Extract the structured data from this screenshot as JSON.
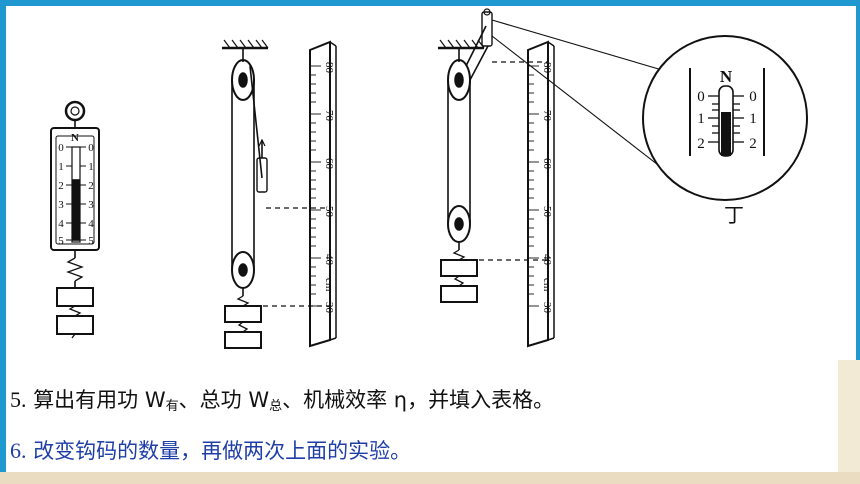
{
  "slide": {
    "accent_color": "#1f97cf",
    "text_color": "#111111",
    "highlight_color": "#1f3ea8"
  },
  "figures": {
    "scale_unit": "N",
    "scale_ticks": [
      "0",
      "1",
      "2",
      "3",
      "4",
      "5"
    ],
    "ruler_labels": [
      "80",
      "70",
      "60",
      "50",
      "40",
      "30"
    ],
    "ruler_unit": "cm",
    "zoom_ticks": [
      "0",
      "1",
      "2"
    ],
    "zoom_unit": "N",
    "label_ding": "丁"
  },
  "steps": {
    "step5": {
      "number": "5.",
      "text_a": "算出有用功 W",
      "sub_a": "有",
      "text_b": "、总功 W",
      "sub_b": "总",
      "text_c": "、机械效率 η，并填入表格。"
    },
    "step6": {
      "number": "6.",
      "text": "改变钩码的数量，再做两次上面的实验。"
    }
  }
}
